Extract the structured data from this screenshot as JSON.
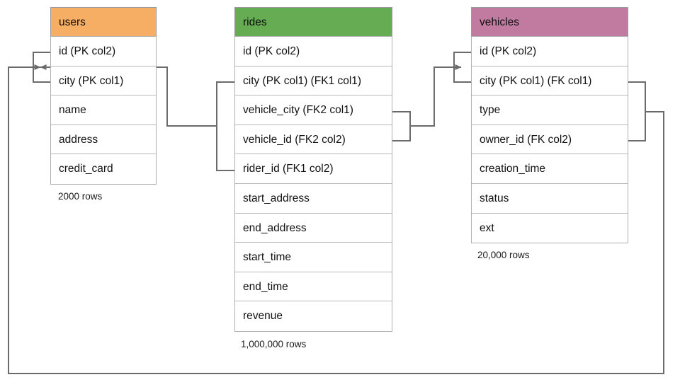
{
  "diagram": {
    "type": "entity-relationship-diagram",
    "background": "#ffffff",
    "line_color": "#6b6b6b"
  },
  "tables": [
    {
      "id": "users",
      "title": "users",
      "header_color": "#f5ae63",
      "row_count_label": "2000 rows",
      "columns": [
        {
          "label": "id (PK col2)"
        },
        {
          "label": "city (PK col1)"
        },
        {
          "label": "name"
        },
        {
          "label": "address"
        },
        {
          "label": "credit_card"
        }
      ]
    },
    {
      "id": "rides",
      "title": "rides",
      "header_color": "#65ac53",
      "row_count_label": "1,000,000 rows",
      "columns": [
        {
          "label": "id (PK col2)"
        },
        {
          "label": "city (PK col1) (FK1 col1)"
        },
        {
          "label": "vehicle_city (FK2 col1)"
        },
        {
          "label": "vehicle_id (FK2 col2)"
        },
        {
          "label": "rider_id (FK1 col2)"
        },
        {
          "label": "start_address"
        },
        {
          "label": "end_address"
        },
        {
          "label": "start_time"
        },
        {
          "label": "end_time"
        },
        {
          "label": "revenue"
        }
      ]
    },
    {
      "id": "vehicles",
      "title": "vehicles",
      "header_color": "#c27ba0",
      "row_count_label": "20,000 rows",
      "columns": [
        {
          "label": "id (PK col2)"
        },
        {
          "label": "city (PK col1) (FK col1)"
        },
        {
          "label": "type"
        },
        {
          "label": "owner_id (FK col2)"
        },
        {
          "label": "creation_time"
        },
        {
          "label": "status"
        },
        {
          "label": "ext"
        }
      ]
    }
  ],
  "relationships": [
    {
      "name": "rides-fk1-to-users",
      "from_table": "rides",
      "from_columns": [
        "city (PK col1) (FK1 col1)",
        "rider_id (FK1 col2)"
      ],
      "to_table": "users",
      "to_columns": [
        "id (PK col2)",
        "city (PK col1)"
      ],
      "arrow": "to-users"
    },
    {
      "name": "rides-fk2-to-vehicles",
      "from_table": "rides",
      "from_columns": [
        "vehicle_city (FK2 col1)",
        "vehicle_id (FK2 col2)"
      ],
      "to_table": "vehicles",
      "to_columns": [
        "id (PK col2)",
        "city (PK col1) (FK col1)"
      ],
      "arrow": "to-vehicles"
    },
    {
      "name": "vehicles-fk-to-users",
      "from_table": "vehicles",
      "from_columns": [
        "city (PK col1) (FK col1)",
        "owner_id (FK col2)"
      ],
      "to_table": "users",
      "to_columns": [
        "id (PK col2)",
        "city (PK col1)"
      ],
      "arrow": "to-users"
    }
  ]
}
